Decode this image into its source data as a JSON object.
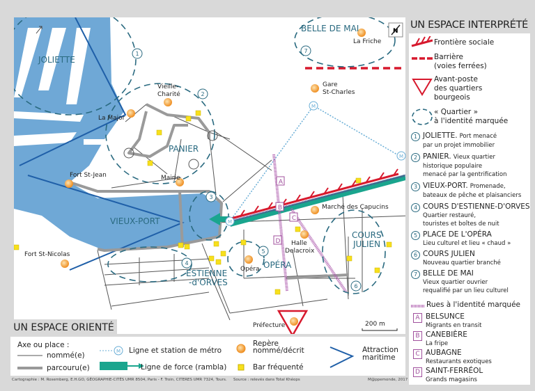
{
  "right_legend": {
    "title": "UN ESPACE INTERPRÉTÉ",
    "frontier": "Frontière sociale",
    "barrier_1": "Barrière",
    "barrier_2": "(voies ferrées)",
    "outpost_1": "Avant-poste",
    "outpost_2": "des quartiers",
    "outpost_3": "bourgeois",
    "quartier_1": "« Quartier »",
    "quartier_2": "à l'identité marquée",
    "districts": [
      {
        "num": "1",
        "name": "JOLIETTE.",
        "desc_a": "Port menacé",
        "desc_b": "par un projet immobilier",
        "desc_c": ""
      },
      {
        "num": "2",
        "name": "PANIER.",
        "desc_a": "Vieux quartier",
        "desc_b": "historique populaire",
        "desc_c": "menacé par la gentrification"
      },
      {
        "num": "3",
        "name": "VIEUX-PORT.",
        "desc_a": "Promenade,",
        "desc_b": "bateaux de pêche et plaisanciers",
        "desc_c": ""
      },
      {
        "num": "4",
        "name": "COURS D'ESTIENNE-D'ORVES",
        "desc_a": "",
        "desc_b": "Quartier restauré,",
        "desc_c": "touristes et boîtes de nuit"
      },
      {
        "num": "5",
        "name": "PLACE DE L'OPÉRA",
        "desc_a": "",
        "desc_b": "Lieu culturel et lieu « chaud »",
        "desc_c": ""
      },
      {
        "num": "6",
        "name": "COURS JULIEN",
        "desc_a": "",
        "desc_b": "Nouveau quartier branché",
        "desc_c": ""
      },
      {
        "num": "7",
        "name": "BELLE DE MAI",
        "desc_a": "",
        "desc_b": "Vieux quartier ouvrier",
        "desc_c": "requalifié par un lieu culturel"
      }
    ],
    "streets_title": "Rues à l'identité marquée",
    "streets": [
      {
        "letter": "A",
        "name": "BELSUNCE",
        "desc": "Migrants en transit"
      },
      {
        "letter": "B",
        "name": "CANEBIÈRE",
        "desc": "La fripe"
      },
      {
        "letter": "C",
        "name": "AUBAGNE",
        "desc": "Restaurants exotiques"
      },
      {
        "letter": "D",
        "name": "SAINT-FERRÉOL",
        "desc": "Grands magasins"
      }
    ]
  },
  "bottom_legend": {
    "title": "UN ESPACE ORIENTÉ",
    "axis_title": "Axe ou place :",
    "named": "nommé(e)",
    "travelled": "parcouru(e)",
    "metro_symbol": "M",
    "metro": "Ligne et station de métro",
    "rambla": "Ligne de force (rambla)",
    "landmark_1": "Repère",
    "landmark_2": "nommé/décrit",
    "bar": "Bar fréquenté",
    "maritime_1": "Attraction",
    "maritime_2": "maritime"
  },
  "credits": {
    "cartography": "Cartographie : M. Rosemberg, E.H.GO, GÉOGRAPHIE-CITÉS UMR 8504, Paris - F. Troin, CITERES UMR 7324, Tours.",
    "source": "Source : relevés dans Total Khéops",
    "publisher": "M@ppemonde, 2017"
  },
  "map": {
    "north": "N",
    "scale": "200 m",
    "metro": "M",
    "labels": {
      "joliette": "JOLIETTE",
      "belle_de_mai": "BELLE DE MAI",
      "la_friche": "La Friche",
      "gare_1": "Gare",
      "gare_2": "St-Charles",
      "vieille_1": "Vieille-",
      "vieille_2": "Charité",
      "la_major": "La Major",
      "panier": "PANIER",
      "fort_st_jean": "Fort St-Jean",
      "mairie": "Mairie",
      "vieux_port": "VIEUX-PORT",
      "fort_st_nicolas": "Fort St-Nicolas",
      "capucins": "Marché des Capucins",
      "halle_1": "Halle",
      "halle_2": "Delacroix",
      "cours_julien_1": "COURS",
      "cours_julien_2": "JULIEN",
      "opera_district": "OPÉRA",
      "opera": "Opéra",
      "estienne_1": "ESTIENNE",
      "estienne_2": "-d'ORVES",
      "prefecture": "Préfecture"
    },
    "numbers": [
      "1",
      "2",
      "3",
      "4",
      "5",
      "6",
      "7"
    ],
    "letters": [
      "A",
      "B",
      "C",
      "D"
    ]
  },
  "colors": {
    "sea": "#6fa8d6",
    "frontier": "#d7192d",
    "rambla": "#1aa58e",
    "district": "#2a6a80",
    "street": "#a0509d",
    "landmark": "#f29a2e",
    "bar": "#f7e01c",
    "maritime": "#1f5fa8"
  }
}
